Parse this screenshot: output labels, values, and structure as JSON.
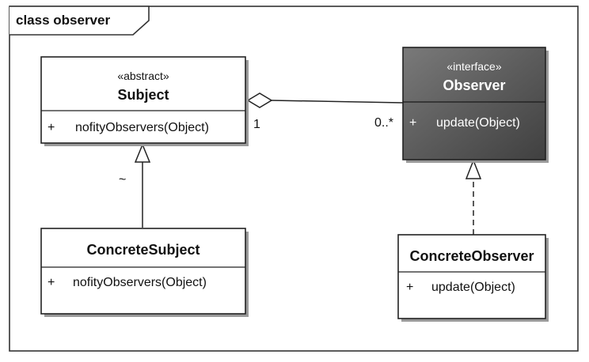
{
  "frame": {
    "title": "class observer"
  },
  "classes": {
    "subject": {
      "stereotype": "«abstract»",
      "name": "Subject",
      "operation": {
        "visibility": "+",
        "text": "nofityObservers(Object)"
      }
    },
    "observer": {
      "stereotype": "«interface»",
      "name": "Observer",
      "operation": {
        "visibility": "+",
        "text": "update(Object)"
      },
      "fill_color": "#5a5a5a"
    },
    "concrete_subject": {
      "name": "ConcreteSubject",
      "operation": {
        "visibility": "+",
        "text": "nofityObservers(Object)"
      }
    },
    "concrete_observer": {
      "name": "ConcreteObserver",
      "operation": {
        "visibility": "+",
        "text": "update(Object)"
      }
    }
  },
  "relations": {
    "aggregation": {
      "source_multiplicity": "1",
      "target_multiplicity": "0..*"
    },
    "generalization_mark": "~"
  }
}
